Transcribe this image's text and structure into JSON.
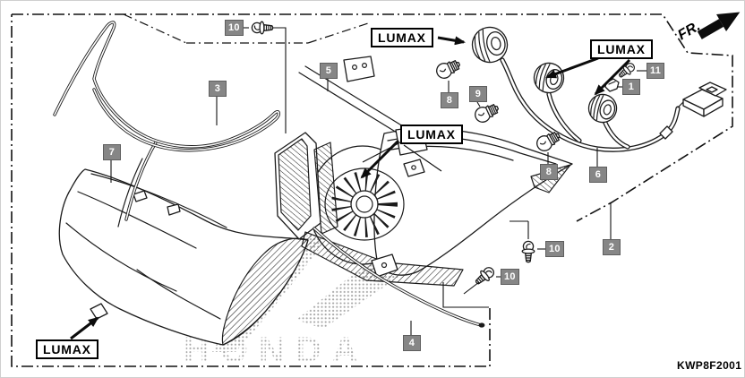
{
  "diagram": {
    "code": "KWP8F2001",
    "direction_label": "FR.",
    "watermark_text": "HONDA"
  },
  "colors": {
    "background": "#ffffff",
    "line_art": "#1b1b1b",
    "callout_bg": "#868686",
    "callout_text": "#ffffff",
    "lumax_bg": "#ffffff",
    "lumax_border": "#000000",
    "watermark_dots": "#a5a5a5"
  },
  "brand_labels": [
    {
      "text": "LUMAX"
    },
    {
      "text": "LUMAX"
    },
    {
      "text": "LUMAX"
    },
    {
      "text": "LUMAX"
    }
  ],
  "callouts": [
    {
      "number": "10"
    },
    {
      "number": "3"
    },
    {
      "number": "5"
    },
    {
      "number": "7"
    },
    {
      "number": "8"
    },
    {
      "number": "9"
    },
    {
      "number": "11"
    },
    {
      "number": "1"
    },
    {
      "number": "8"
    },
    {
      "number": "6"
    },
    {
      "number": "2"
    },
    {
      "number": "10"
    },
    {
      "number": "10"
    },
    {
      "number": "4"
    }
  ]
}
